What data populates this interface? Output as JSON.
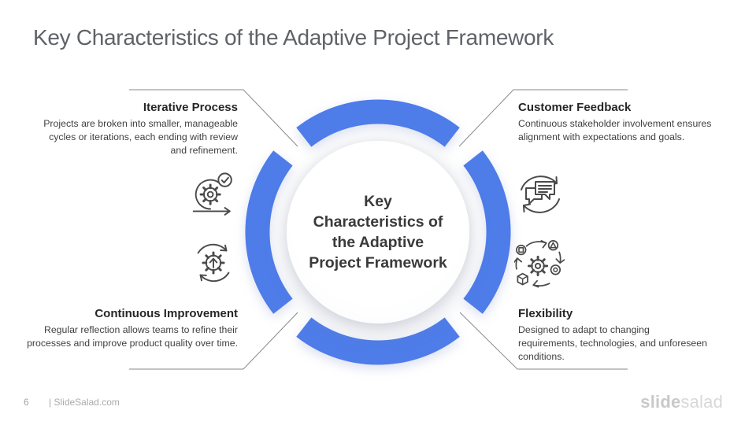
{
  "slide": {
    "title": "Key Characteristics of the Adaptive Project Framework",
    "center": {
      "label": "Key Characteristics of the Adaptive Project Framework"
    },
    "sections": [
      {
        "id": "iterative-process",
        "position": "top-left",
        "title": "Iterative Process",
        "description": "Projects are broken into smaller, manageable cycles or iterations, each ending with review and refinement.",
        "icon": "iterative-cycle-gear-check-icon"
      },
      {
        "id": "customer-feedback",
        "position": "top-right",
        "title": "Customer Feedback",
        "description": "Continuous stakeholder involvement ensures alignment with expectations and goals.",
        "icon": "chat-bubbles-refresh-icon"
      },
      {
        "id": "continuous-improvement",
        "position": "bottom-left",
        "title": "Continuous Improvement",
        "description": "Regular reflection allows teams to refine their processes and improve product quality over time.",
        "icon": "gear-up-arrow-refresh-icon"
      },
      {
        "id": "flexibility",
        "position": "bottom-right",
        "title": "Flexibility",
        "description": "Designed to adapt to changing requirements, technologies, and unforeseen conditions.",
        "icon": "gear-shapes-cycle-icon"
      }
    ],
    "footer": {
      "page_number": "6",
      "site": "| SlideSalad.com",
      "logo_bold": "slide",
      "logo_light": "salad"
    },
    "colors": {
      "accent_blue": "#4e7ce9",
      "title_gray": "#5f6368",
      "heading_dark": "#262626",
      "body_text": "#3f3f3f",
      "line_gray": "#8a8a8a",
      "icon_gray": "#4a4a4a",
      "footer_gray": "#aaaaaa",
      "logo_gray": "#cccccc"
    }
  }
}
